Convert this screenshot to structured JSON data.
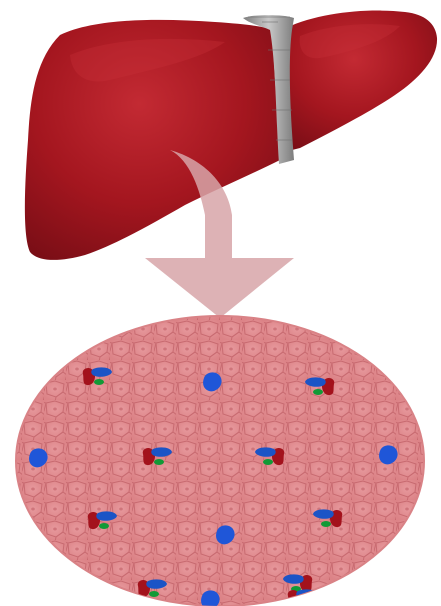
{
  "colors": {
    "liver_main": "#a4161f",
    "liver_dark": "#7e0f17",
    "liver_highlight": "#c8303a",
    "ligament": "#9a9a9a",
    "arrow": "#d7a5a8",
    "tissue_bg": "#e28f93",
    "cell_outline": "#c7656b",
    "triad_red": "#a3121c",
    "triad_blue": "#1b54c6",
    "triad_green": "#119a36",
    "central_vein": "#1f56d8"
  },
  "icons": {
    "organ": "liver-icon",
    "pointer": "down-arrow-icon",
    "magnified_view": "tissue-magnification-icon"
  },
  "structures": {
    "portal_triads": [
      {
        "id": "triad-1"
      },
      {
        "id": "triad-2"
      },
      {
        "id": "triad-3"
      },
      {
        "id": "triad-4"
      },
      {
        "id": "triad-5"
      },
      {
        "id": "triad-6"
      },
      {
        "id": "triad-7"
      },
      {
        "id": "triad-8"
      },
      {
        "id": "triad-9"
      }
    ],
    "central_veins": [
      {
        "id": "vein-1"
      },
      {
        "id": "vein-2"
      },
      {
        "id": "vein-3"
      },
      {
        "id": "vein-4"
      },
      {
        "id": "vein-5"
      }
    ]
  }
}
